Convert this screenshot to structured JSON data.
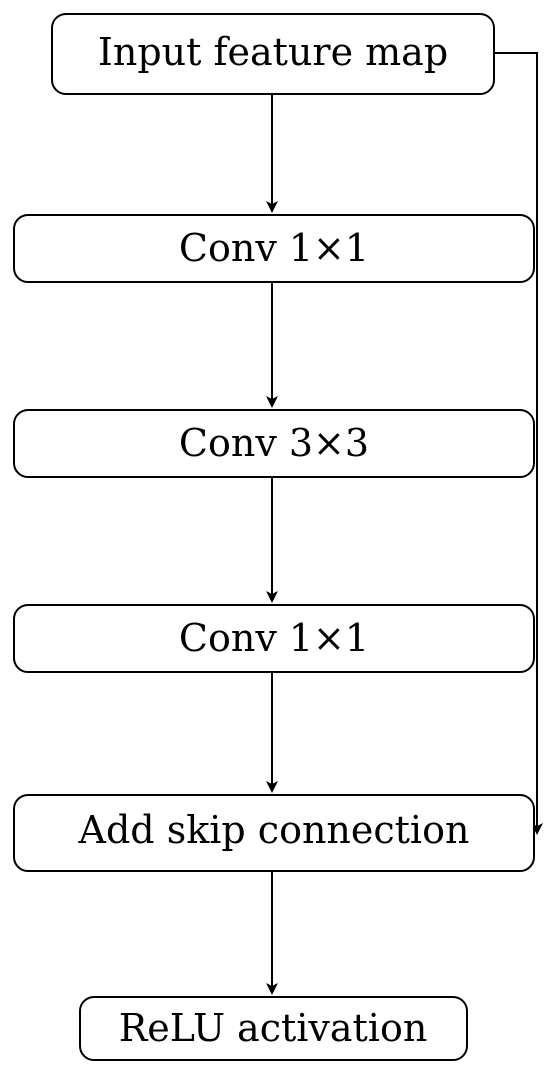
{
  "nodes": {
    "input": "Input feature map",
    "conv1": "Conv 1×1",
    "conv2": "Conv 3×3",
    "conv3": "Conv 1×1",
    "add": "Add skip connection",
    "relu": "ReLU activation"
  },
  "colors": {
    "stroke": "#000000",
    "fill": "#ffffff"
  }
}
